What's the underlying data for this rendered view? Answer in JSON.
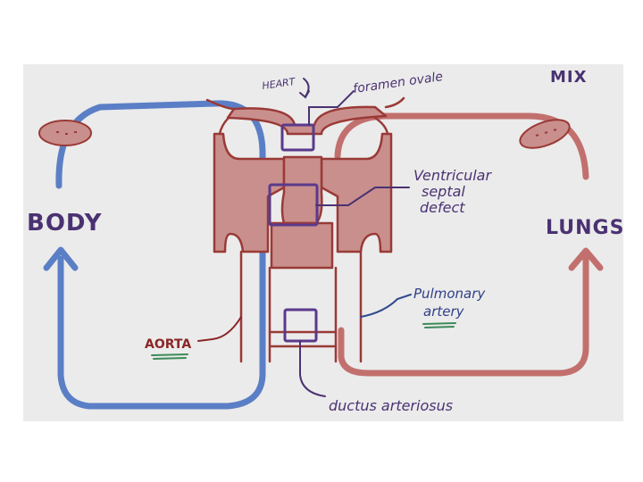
{
  "diagram": {
    "labels": {
      "heart": "HEART",
      "foramen_ovale": "foramen ovale",
      "mix": "MIX",
      "body": "BODY",
      "lungs": "LUNGS",
      "vsd_line1": "Ventricular",
      "vsd_line2": "septal",
      "vsd_line3": "defect",
      "pulmonary_line1": "Pulmonary",
      "pulmonary_line2": "artery",
      "aorta": "AORTA",
      "ductus": "ductus arteriosus"
    },
    "colors": {
      "background": "#ebebeb",
      "systemic_blue": "#5b7fc6",
      "pulmonary_red": "#c2706e",
      "heart_fill": "#c98f8d",
      "heart_line": "#9a3a36",
      "label_purple": "#4a3272",
      "underline_green": "#3d8a58",
      "aorta_text": "#8a2626"
    }
  }
}
